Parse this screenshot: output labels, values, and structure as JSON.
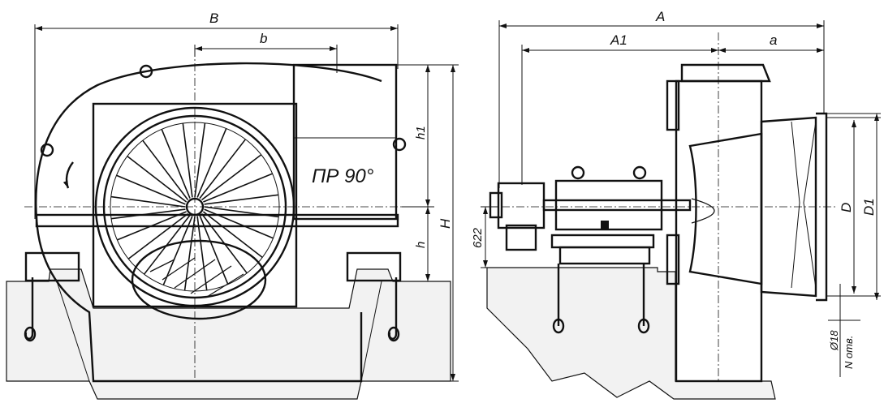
{
  "drawing": {
    "front_view": {
      "dim_B": "B",
      "dim_b": "b",
      "dim_h1": "h1",
      "dim_h": "h",
      "dim_H": "H",
      "rotation_label": "ПР 90°"
    },
    "side_view": {
      "dim_A": "A",
      "dim_A1": "A1",
      "dim_a": "a",
      "dim_622": "622",
      "dim_D": "D",
      "dim_D1": "D1",
      "hole_dia": "Ø18",
      "hole_count": "N отв."
    }
  }
}
